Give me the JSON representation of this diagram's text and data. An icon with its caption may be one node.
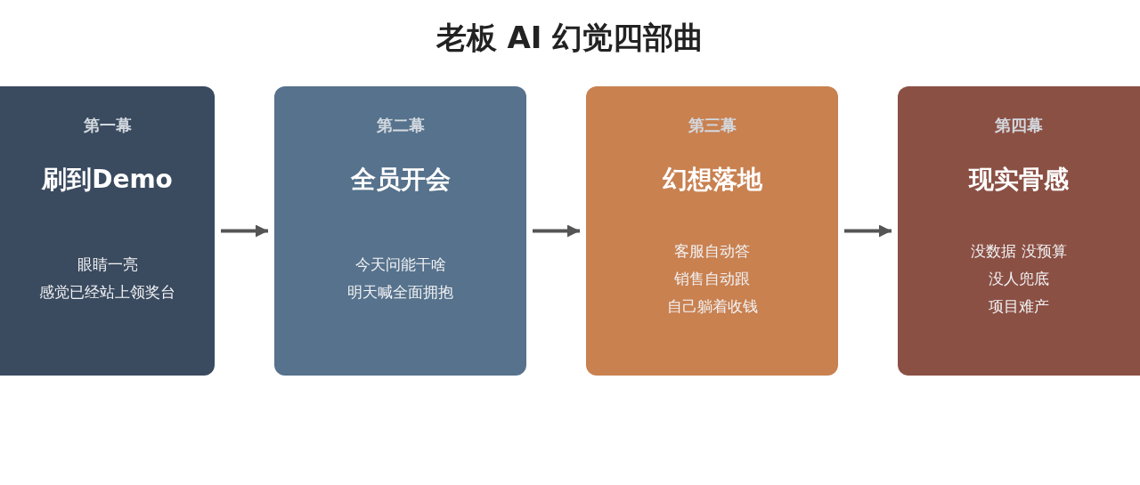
{
  "diagram": {
    "title": "老板 AI 幻觉四部曲",
    "nodes": [
      {
        "text": [
          "第一幕",
          "刷到Demo",
          "眼睛一亮",
          "感觉已经站上领奖台"
        ]
      },
      {
        "text": [
          "第二幕",
          "全员开会",
          "今天问能干啥",
          "明天喊全面拥抱"
        ]
      },
      {
        "text": [
          "第三幕",
          "幻想落地",
          "客服自动答",
          "销售自动跟",
          "自己躺着收钱"
        ]
      },
      {
        "text": [
          "第四幕",
          "现实骨感",
          "没数据 没预算",
          "没人兜底",
          "项目难产"
        ]
      }
    ],
    "edges": [
      {
        "from": 0,
        "to": 1,
        "arrow": "to"
      },
      {
        "from": 1,
        "to": 2,
        "arrow": "to"
      },
      {
        "from": 2,
        "to": 3,
        "arrow": "to"
      }
    ]
  }
}
